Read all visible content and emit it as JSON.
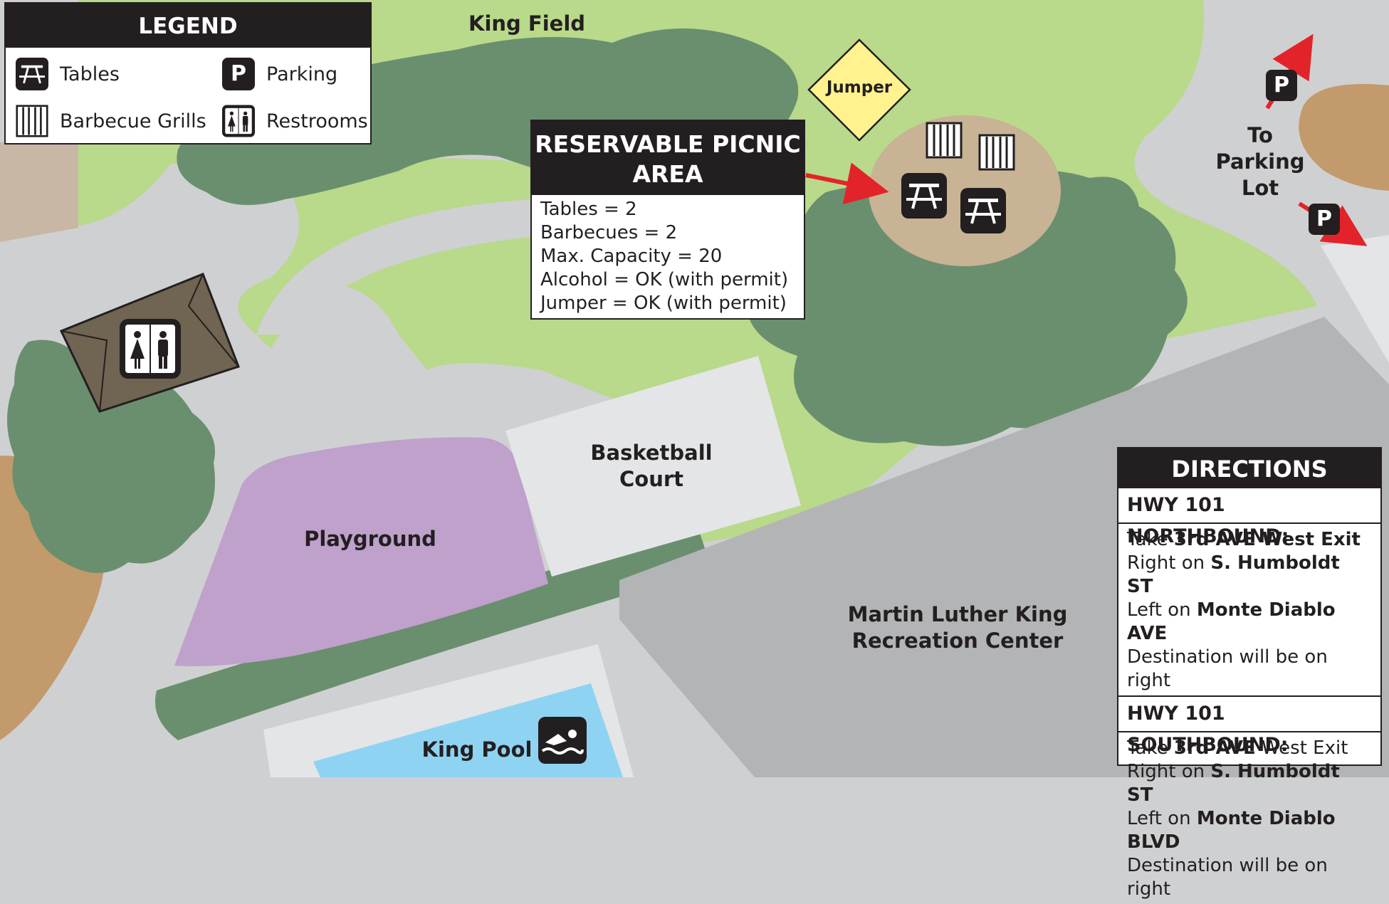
{
  "legend": {
    "title": "LEGEND",
    "items": [
      {
        "label": "Tables",
        "icon": "picnic-table-icon"
      },
      {
        "label": "Parking",
        "icon": "parking-icon"
      },
      {
        "label": "Barbecue Grills",
        "icon": "barbecue-grill-icon"
      },
      {
        "label": "Restrooms",
        "icon": "restroom-icon"
      }
    ]
  },
  "picnic": {
    "title": "RESERVABLE PICNIC AREA",
    "rows": [
      "Tables = 2",
      "Barbecues = 2",
      "Max. Capacity = 20",
      "Alcohol = OK (with permit)",
      "Jumper = OK  (with permit)"
    ]
  },
  "labels": {
    "king_field": "King Field",
    "jumper": "Jumper",
    "to_parking": "To\nParking\nLot",
    "basketball": "Basketball\nCourt",
    "playground": "Playground",
    "rec_center": "Martin Luther King\nRecreation Center",
    "king_pool": "King Pool"
  },
  "icons": {
    "parking_letter": "P"
  },
  "directions": {
    "title": "DIRECTIONS",
    "north": {
      "heading": "HWY 101 NORTHBOUND:",
      "lines": [
        {
          "pre": "Take ",
          "bold": "3rd AVE West Exit",
          "post": ""
        },
        {
          "pre": "Right on ",
          "bold": "S. Humboldt ST",
          "post": ""
        },
        {
          "pre": "Left on ",
          "bold": "Monte Diablo AVE",
          "post": ""
        },
        {
          "pre": "Destination will be on right",
          "bold": "",
          "post": ""
        }
      ]
    },
    "south": {
      "heading": "HWY 101 SOUTHBOUND:",
      "lines": [
        {
          "pre": "Take ",
          "bold": "3rd AVE",
          "post": " West Exit"
        },
        {
          "pre": "Right on ",
          "bold": "S. Humboldt ST",
          "post": ""
        },
        {
          "pre": "Left on ",
          "bold": "Monte Diablo BLVD",
          "post": ""
        },
        {
          "pre": "Destination will be on right",
          "bold": "",
          "post": ""
        }
      ]
    }
  },
  "colors": {
    "lawn": "#b9d98b",
    "trees": "#6a8f6e",
    "paths": "#cfd0d2",
    "dirt": "#c39a6b",
    "picnic_pad": "#c8b395",
    "playground": "#bfa1cc",
    "court": "#e4e5e7",
    "building": "#b3b4b6",
    "pool": "#8fd3f3",
    "restroom_building": "#706452",
    "jumper": "#fff28f",
    "arrow": "#e3232a",
    "ink": "#231f20"
  }
}
